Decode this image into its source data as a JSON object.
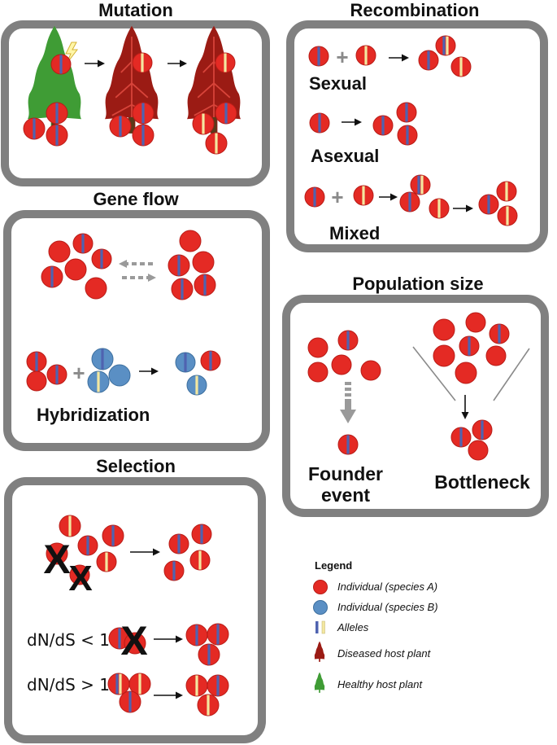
{
  "colors": {
    "species_a": "#e42a24",
    "species_b": "#5a8fc4",
    "allele_blue": "#4f63b0",
    "allele_yellow": "#f3e7a0",
    "panel_border": "#808080",
    "tree_healthy": "#3f9c35",
    "tree_diseased": "#9b1b14"
  },
  "panels": {
    "mutation": {
      "title": "Mutation"
    },
    "recombination": {
      "title": "Recombination",
      "sexual": "Sexual",
      "asexual": "Asexual",
      "mixed": "Mixed"
    },
    "gene_flow": {
      "title": "Gene flow",
      "hybridization": "Hybridization"
    },
    "population_size": {
      "title": "Population size",
      "founder_line1": "Founder",
      "founder_line2": "event",
      "bottleneck": "Bottleneck"
    },
    "selection": {
      "title": "Selection",
      "dnds_less": "dN/dS < 1",
      "dnds_greater": "dN/dS > 1",
      "x_symbol": "X"
    }
  },
  "legend": {
    "title": "Legend",
    "items": [
      {
        "icon": "red-individual-icon",
        "label": "Individual (species A)"
      },
      {
        "icon": "blue-individual-icon",
        "label": "Individual (species B)"
      },
      {
        "icon": "alleles-icon",
        "label": "Alleles"
      },
      {
        "icon": "diseased-tree-icon",
        "label": "Diseased host plant"
      },
      {
        "icon": "healthy-tree-icon",
        "label": "Healthy host plant"
      }
    ]
  }
}
